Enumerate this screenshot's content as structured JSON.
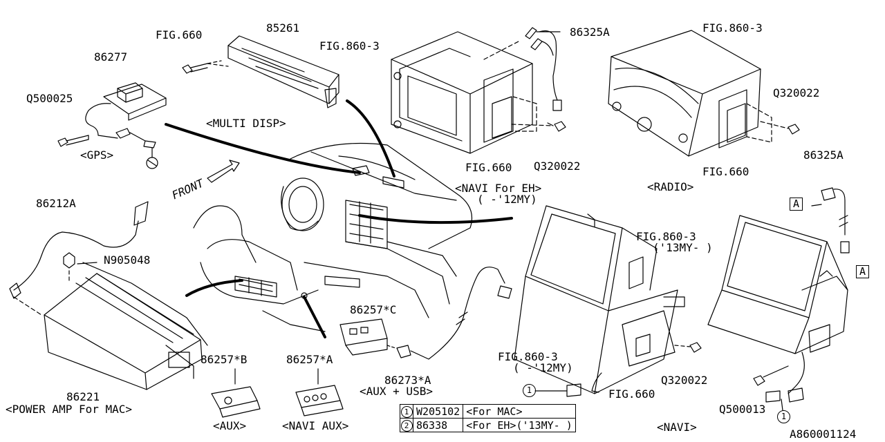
{
  "parts": {
    "p86277": "86277",
    "pQ500025": "Q500025",
    "pGPS": "<GPS>",
    "pFIG660a": "FIG.660",
    "p85261": "85261",
    "pMULTI": "<MULTI DISP>",
    "pFIG8603a": "FIG.860-3",
    "p86325Aa": "86325A",
    "pFIG660b": "FIG.660",
    "pQ320022a": "Q320022",
    "pNAVIEH": "<NAVI For EH>",
    "pNAVIEH2": "( -'12MY)",
    "pFIG8603b": "FIG.860-3",
    "pQ320022b": "Q320022",
    "pFIG660c": "FIG.660",
    "pRADIO": "<RADIO>",
    "p86325Ab": "86325A",
    "pFRONT": "FRONT",
    "p86212A": "86212A",
    "pN905048": "N905048",
    "p86221": "86221",
    "pPOWER": "<POWER AMP For MAC>",
    "p86257C": "86257*C",
    "p86257B": "86257*B",
    "p86257A": "86257*A",
    "pAUX": "<AUX>",
    "pNAVIAUX": "<NAVI AUX>",
    "p86273A": "86273*A",
    "pAUXUSB": "<AUX + USB>",
    "pFIG8603c": "FIG.860-3",
    "pFIG8603c2": "( -'12MY)",
    "pQ320022c": "Q320022",
    "pFIG660d": "FIG.660",
    "pFIG8603d": "FIG.860-3",
    "pFIG8603d2": "('13MY- )",
    "pQ500013": "Q500013",
    "pNAVI": "<NAVI>",
    "pBoxA1": "A",
    "pBoxA2": "A",
    "pCirc1a": "1",
    "pCirc1b": "1",
    "diagramId": "A860001124"
  },
  "legend": [
    {
      "num": "1",
      "part": "W205102",
      "note": "<For MAC>"
    },
    {
      "num": "2",
      "part": "86338",
      "note": "<For EH>('13MY- )"
    }
  ]
}
